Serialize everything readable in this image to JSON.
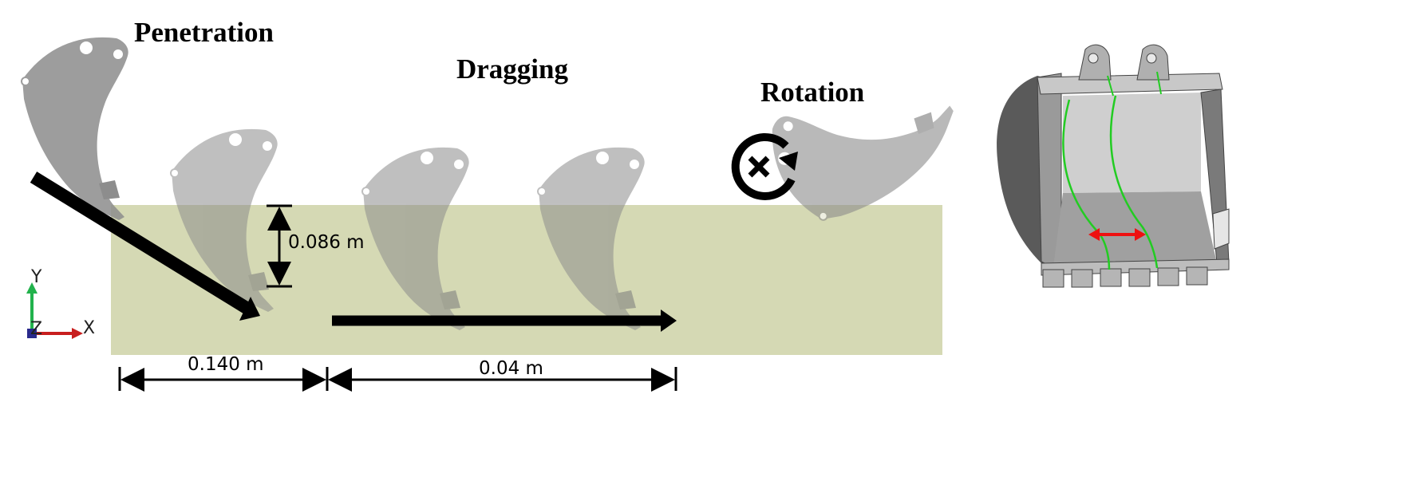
{
  "phases": {
    "penetration": "Penetration",
    "dragging": "Dragging",
    "rotation": "Rotation"
  },
  "dimensions": {
    "depth": "0.086 m",
    "penetration_length": "0.140 m",
    "drag_length": "0.04 m"
  },
  "axes": {
    "y": "Y",
    "x": "X",
    "z": "Z"
  },
  "colors": {
    "soil": "#d5d9b4",
    "bucket": "#8c8c8c",
    "arrow": "#000000",
    "axis_y": "#22b24c",
    "axis_x": "#c81e1e",
    "axis_z": "#2a2a8c",
    "teeth_spacing_arrow": "#ee1111",
    "bucket_guide_lines": "#22cc22"
  },
  "icons": {
    "rotation": "rotation-about-z-icon",
    "bucket": "excavator-bucket-icon"
  }
}
